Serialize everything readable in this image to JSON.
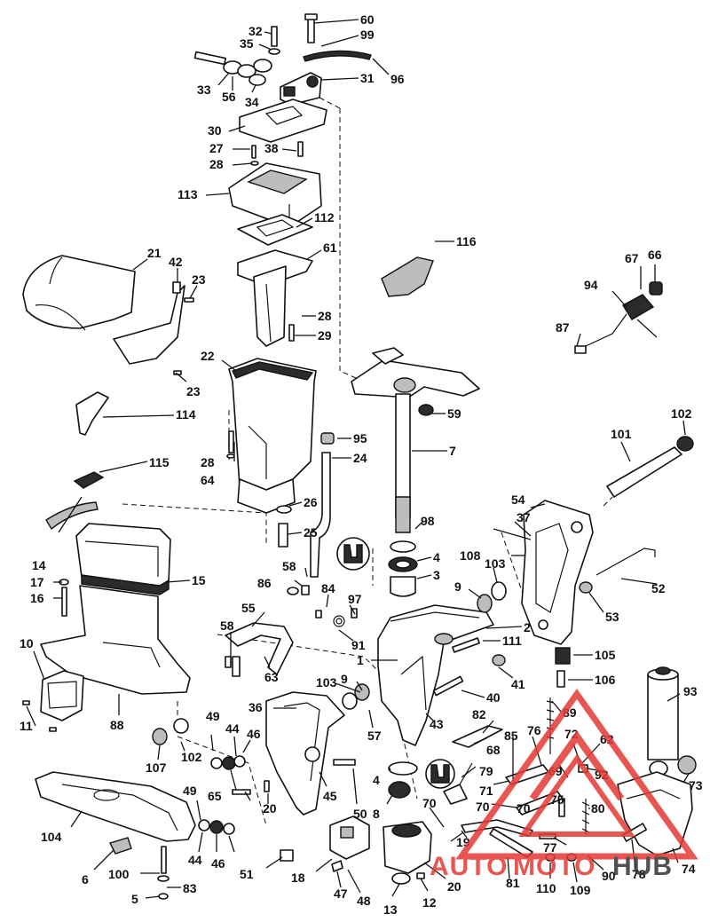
{
  "watermark": {
    "text_a": "AUTO",
    "text_b": "MOTO",
    "text_c": "HUB",
    "color_main": "#e53935",
    "color_dark": "#333333"
  },
  "colors": {
    "ink": "#111111",
    "paper": "#ffffff"
  },
  "callouts": {
    "c1": "1",
    "c2": "2",
    "c3": "3",
    "c4": "4",
    "c4b": "4",
    "c5": "5",
    "c6": "6",
    "c7": "7",
    "c8": "8",
    "c9": "9",
    "c9b": "9",
    "c10": "10",
    "c11": "11",
    "c12": "12",
    "c13": "13",
    "c14": "14",
    "c15": "15",
    "c16": "16",
    "c17": "17",
    "c18": "18",
    "c19": "19",
    "c20": "20",
    "c20b": "20",
    "c21": "21",
    "c22": "22",
    "c23": "23",
    "c23b": "23",
    "c24": "24",
    "c25": "25",
    "c26": "26",
    "c27": "27",
    "c28": "28",
    "c28b": "28",
    "c28c": "28",
    "c29": "29",
    "c30": "30",
    "c31": "31",
    "c32": "32",
    "c33": "33",
    "c34": "34",
    "c35": "35",
    "c36": "36",
    "c37": "37",
    "c38": "38",
    "c40": "40",
    "c41": "41",
    "c42": "42",
    "c43": "43",
    "c44": "44",
    "c44b": "44",
    "c45": "45",
    "c46": "46",
    "c46b": "46",
    "c47": "47",
    "c48": "48",
    "c49": "49",
    "c49b": "49",
    "c50": "50",
    "c51": "51",
    "c52": "52",
    "c53": "53",
    "c54": "54",
    "c55": "55",
    "c56": "56",
    "c57": "57",
    "c58": "58",
    "c58b": "58",
    "c59": "59",
    "c60": "60",
    "c61": "61",
    "c62": "62",
    "c63": "63",
    "c64": "64",
    "c65": "65",
    "c66": "66",
    "c67": "67",
    "c68": "68",
    "c69": "69",
    "c70": "70",
    "c70b": "70",
    "c70c": "70",
    "c71": "71",
    "c72": "72",
    "c73": "73",
    "c74": "74",
    "c75": "75",
    "c76": "76",
    "c77": "77",
    "c78": "78",
    "c79": "79",
    "c80": "80",
    "c81": "81",
    "c82": "82",
    "c83": "83",
    "c84": "84",
    "c85": "85",
    "c86": "86",
    "c87": "87",
    "c88": "88",
    "c89": "89",
    "c90": "90",
    "c91": "91",
    "c92": "92",
    "c93": "93",
    "c94": "94",
    "c95": "95",
    "c96": "96",
    "c97": "97",
    "c98": "98",
    "c99": "99",
    "c100": "100",
    "c101": "101",
    "c102": "102",
    "c102b": "102",
    "c103": "103",
    "c103b": "103",
    "c104": "104",
    "c105": "105",
    "c106": "106",
    "c107": "107",
    "c108": "108",
    "c109": "109",
    "c110": "110",
    "c111": "111",
    "c112": "112",
    "c113": "113",
    "c114": "114",
    "c115": "115",
    "c116": "116"
  }
}
